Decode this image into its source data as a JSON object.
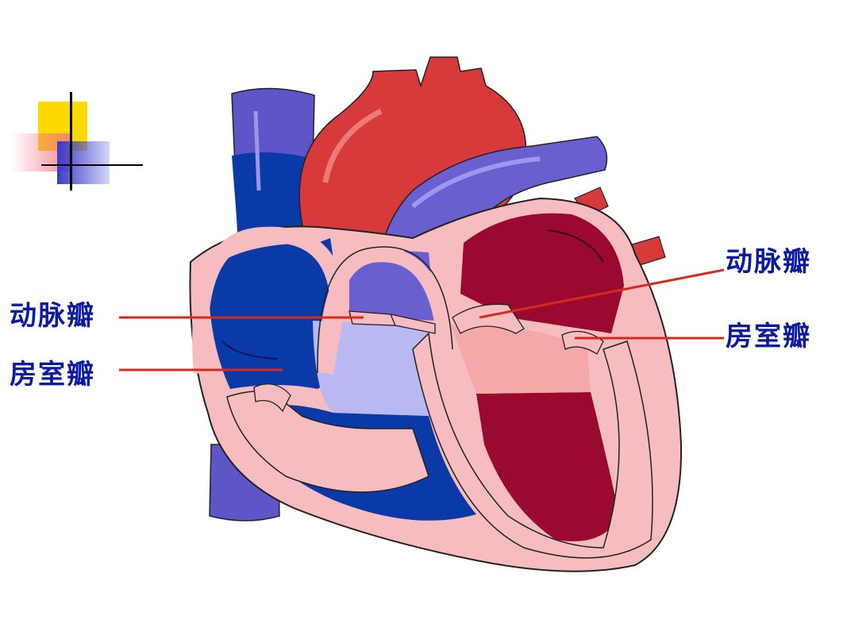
{
  "labels": {
    "left_arterial_valve": "动脉瓣",
    "left_av_valve": "房室瓣",
    "right_arterial_valve": "动脉瓣",
    "right_av_valve": "房室瓣"
  },
  "colors": {
    "label_text": "#0b1aa0",
    "pointer_line": "#d8281c",
    "oxygen_poor_blood": "#0a3aa8",
    "vena_cava": "#5e55c8",
    "pulmonary_artery": "#6a5fcf",
    "oxygen_rich_blood": "#9a0a30",
    "aorta": "#d63a3a",
    "heart_wall": "#f6bcc0",
    "outline": "#222222",
    "deco_yellow": "#ffd800"
  }
}
